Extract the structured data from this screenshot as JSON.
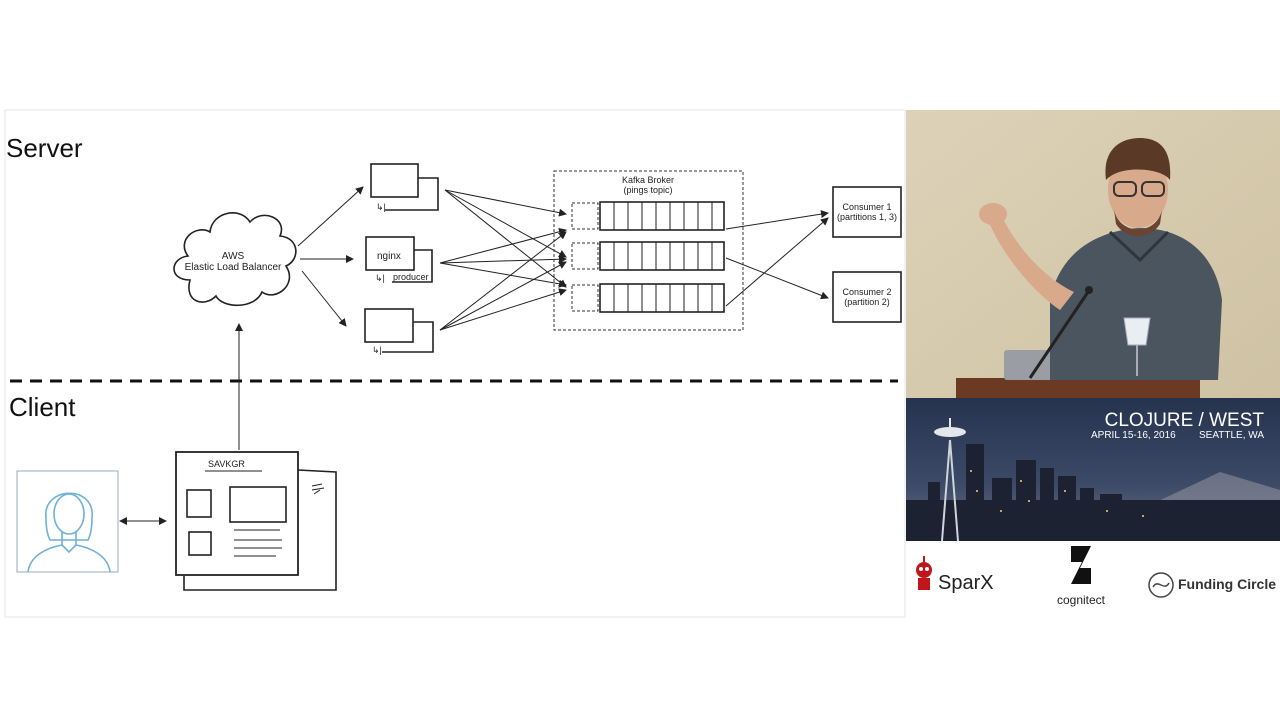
{
  "slide": {
    "server_label": "Server",
    "client_label": "Client",
    "elb_line1": "AWS",
    "elb_line2": "Elastic Load Balancer",
    "nginx_label": "nginx",
    "producer_label": "producer",
    "kafka_title": "Kafka Broker",
    "kafka_subtitle": "(pings topic)",
    "consumer1_line1": "Consumer 1",
    "consumer1_line2": "(partitions 1, 3)",
    "consumer2_line1": "Consumer 2",
    "consumer2_line2": "(partition 2)",
    "browser_header": "SAVKGR"
  },
  "event": {
    "title": "CLOJURE / WEST",
    "date": "APRIL 15-16, 2016",
    "location": "SEATTLE, WA"
  },
  "sponsors": {
    "sparx": "SparX",
    "cognitect": "cognitect",
    "funding_circle": "Funding Circle"
  },
  "colors": {
    "user_icon": "#6fb1d6",
    "sparx_red": "#c0161b",
    "sky": "#2b3a5c"
  }
}
